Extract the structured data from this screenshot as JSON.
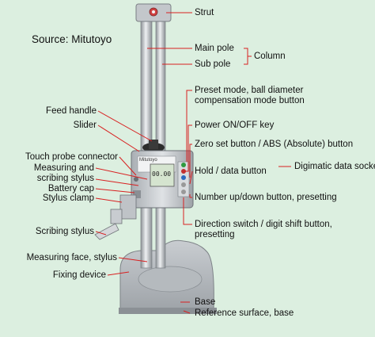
{
  "source": "Source: Mitutoyo",
  "labels": {
    "strut": "Strut",
    "main_pole": "Main pole",
    "sub_pole": "Sub pole",
    "column": "Column",
    "preset_mode_1": "Preset mode, ball diameter",
    "preset_mode_2": "compensation mode button",
    "power": "Power ON/OFF key",
    "zero_set": "Zero set button / ABS (Absolute) button",
    "digimatic": "Digimatic data socket",
    "hold": "Hold / data button",
    "number_updown": "Number up/down button, presetting",
    "direction_1": "Direction switch / digit shift button,",
    "direction_2": "presetting",
    "base": "Base",
    "reference_surface": "Reference surface, base",
    "feed_handle": "Feed handle",
    "slider": "Slider",
    "touch_probe": "Touch probe connector",
    "measuring_1": "Measuring and",
    "measuring_2": "scribing stylus",
    "battery_cap": "Battery cap",
    "stylus_clamp": "Stylus clamp",
    "scribing_stylus": "Scribing stylus",
    "measuring_face": "Measuring face, stylus",
    "fixing_device": "Fixing device"
  },
  "display": {
    "brand": "Mitutoyo",
    "reading": "00.00"
  },
  "colors": {
    "background": "#dcefe0",
    "leader": "#d82020",
    "metal": "#b7bcc0"
  }
}
